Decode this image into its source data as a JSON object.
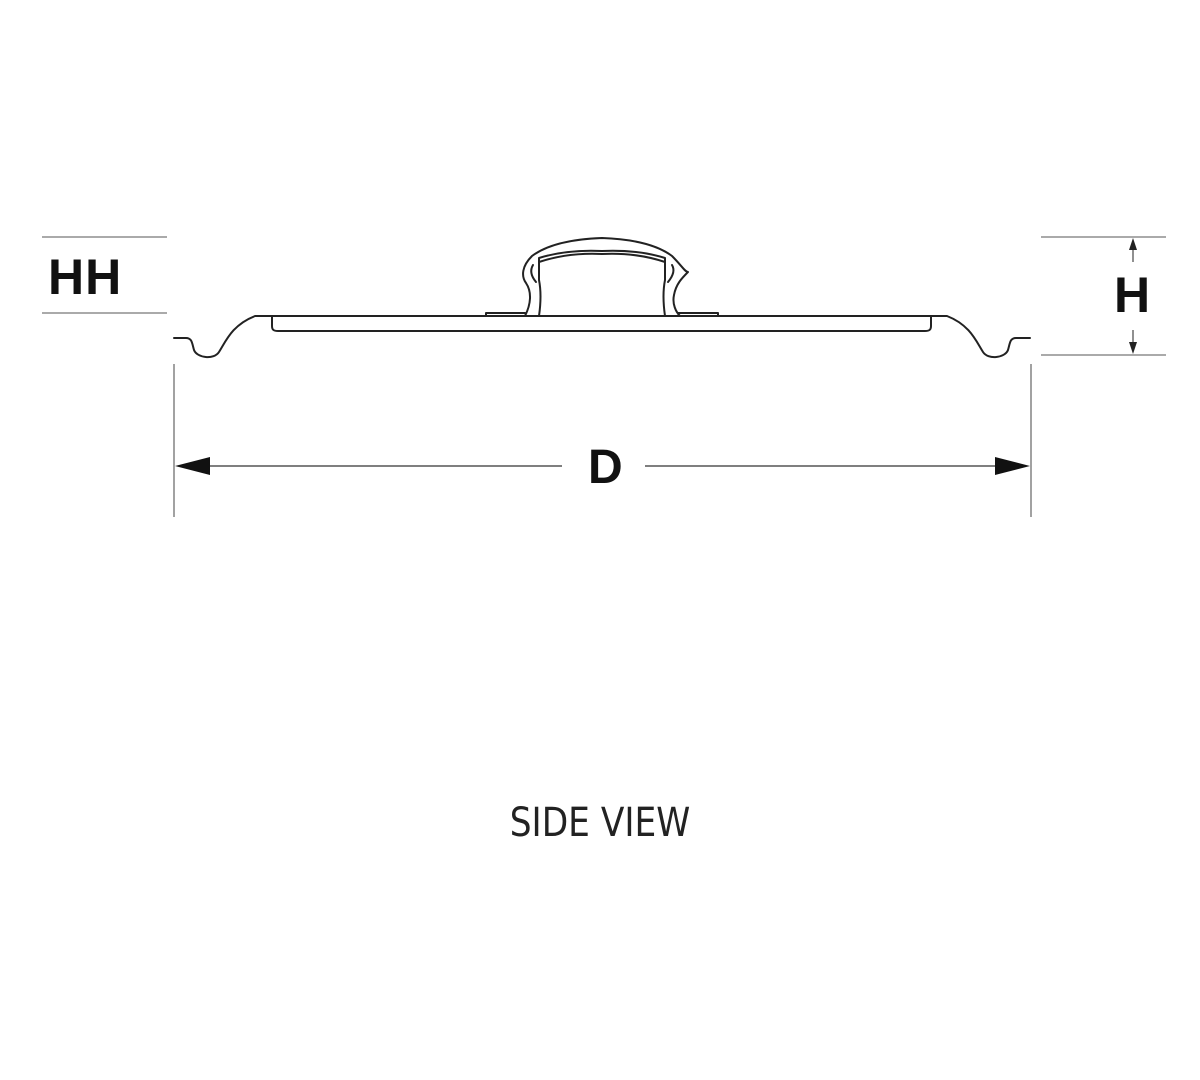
{
  "dimensions": {
    "handle_height_label": "HH",
    "height_label": "H",
    "diameter_label": "D"
  },
  "caption": "SIDE VIEW",
  "colors": {
    "line": "#222222",
    "background": "#ffffff"
  }
}
